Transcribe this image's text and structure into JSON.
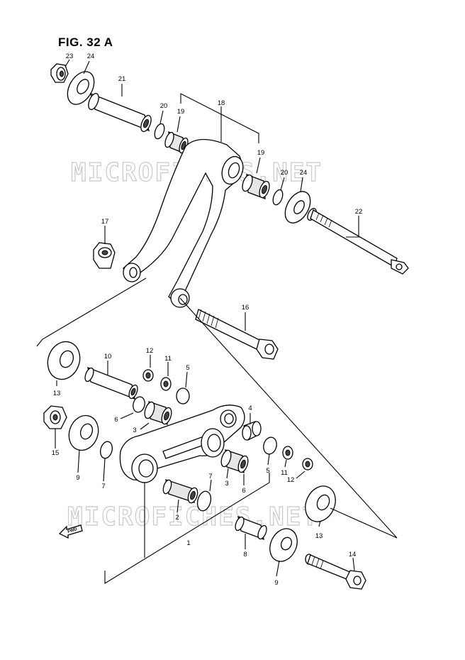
{
  "figure": {
    "title": "FIG. 32 A"
  },
  "watermark": {
    "text": "MICROFICHES.NET"
  },
  "fwd_marker": {
    "text": "FWD"
  },
  "callouts": {
    "c1": "1",
    "c2": "2",
    "c3a": "3",
    "c3b": "3",
    "c4": "4",
    "c5a": "5",
    "c5b": "5",
    "c6a": "6",
    "c6b": "6",
    "c7a": "7",
    "c7b": "7",
    "c8": "8",
    "c9a": "9",
    "c9b": "9",
    "c10": "10",
    "c11a": "11",
    "c11b": "11",
    "c12a": "12",
    "c12b": "12",
    "c13a": "13",
    "c13b": "13",
    "c14": "14",
    "c15": "15",
    "c16": "16",
    "c17": "17",
    "c18": "18",
    "c19a": "19",
    "c19b": "19",
    "c20a": "20",
    "c20b": "20",
    "c21": "21",
    "c22": "22",
    "c23": "23",
    "c24a": "24",
    "c24b": "24"
  }
}
